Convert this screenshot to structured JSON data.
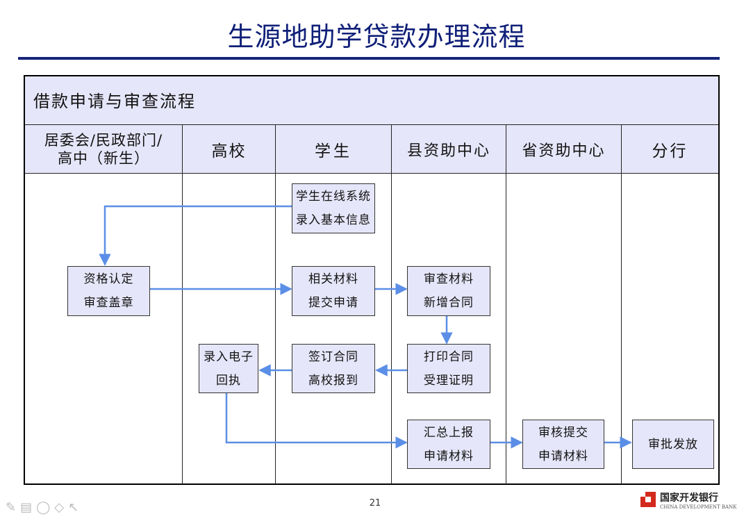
{
  "title": "生源地助学贷款办理流程",
  "section_title": "借款申请与审查流程",
  "columns": [
    {
      "label": "居委会/民政部门/\n高中（新生）"
    },
    {
      "label": "高校"
    },
    {
      "label": "学生"
    },
    {
      "label": "县资助中心"
    },
    {
      "label": "省资助中心"
    },
    {
      "label": "分行"
    }
  ],
  "nodes": {
    "student_online": {
      "line1": "学生在线系统",
      "line2": "录入基本信息"
    },
    "qualification": {
      "line1": "资格认定",
      "line2": "审查盖章"
    },
    "submit_materials": {
      "line1": "相关材料",
      "line2": "提交申请"
    },
    "review_materials": {
      "line1": "审查材料",
      "line2": "新增合同"
    },
    "sign_contract": {
      "line1": "签订合同",
      "line2": "高校报到"
    },
    "print_contract": {
      "line1": "打印合同",
      "line2": "受理证明"
    },
    "enter_receipt": {
      "line1": "录入电子",
      "line2": "回执"
    },
    "summary_report": {
      "line1": "汇总上报",
      "line2": "申请材料"
    },
    "review_submit": {
      "line1": "审核提交",
      "line2": "申请材料"
    },
    "approve_release": {
      "line1": "审批发放",
      "line2": ""
    }
  },
  "footer": {
    "page_number": "21",
    "logo_cn": "国家开发银行",
    "logo_en": "CHINA DEVELOPMENT BANK"
  },
  "colors": {
    "arrow": "#5b8ee6",
    "header_fill": "#e6e6fa",
    "title": "#0f1f78",
    "logo_red": "#d42a1e"
  }
}
